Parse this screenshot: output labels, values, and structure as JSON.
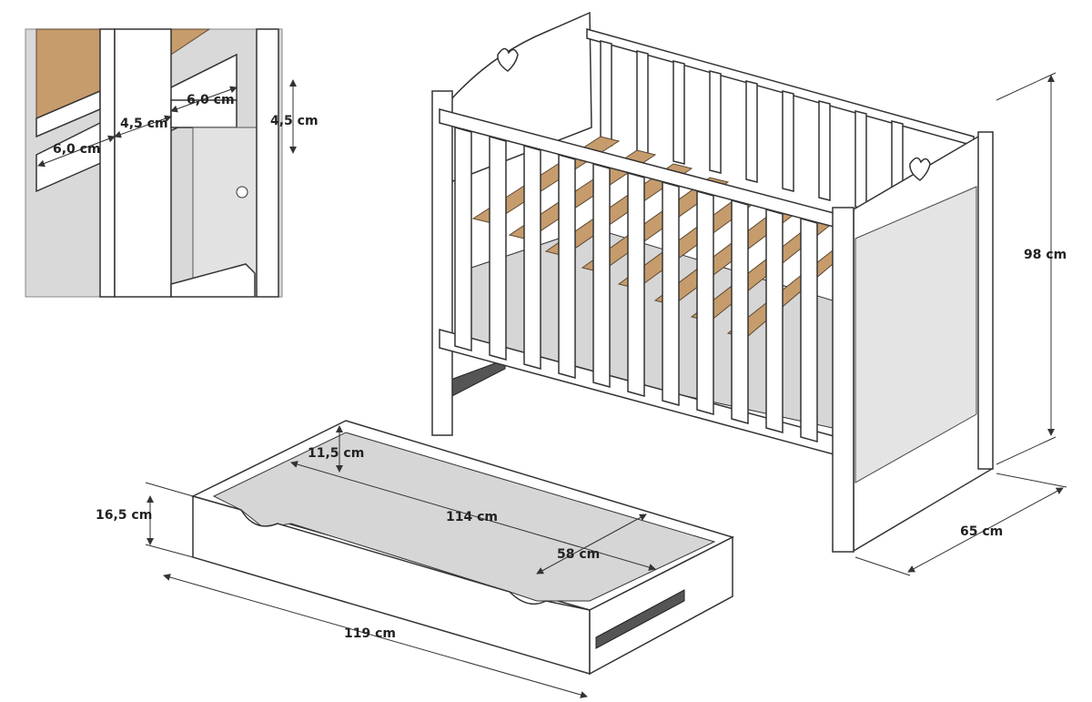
{
  "title": "Baby crib with drawer – dimensions",
  "detail_inset": {
    "labels": [
      "6,0 cm",
      "4,5 cm",
      "6,0 cm",
      "4,5 cm"
    ]
  },
  "crib": {
    "height": "98 cm",
    "depth": "65 cm"
  },
  "drawer": {
    "inner_height": "11,5 cm",
    "outer_height": "16,5 cm",
    "inner_length": "114 cm",
    "inner_width": "58 cm",
    "outer_length": "119 cm"
  }
}
